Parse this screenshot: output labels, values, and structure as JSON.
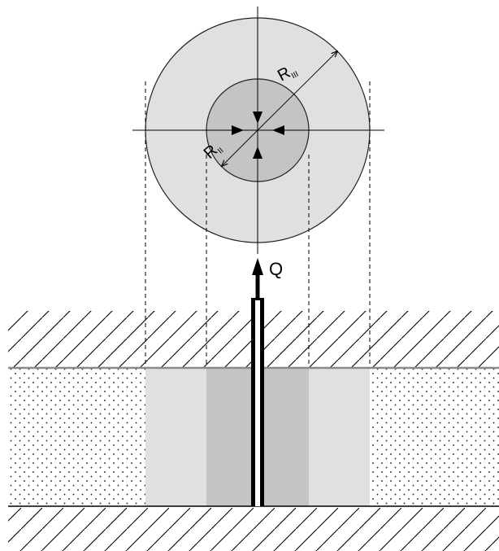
{
  "labels": {
    "flow": "Q",
    "outer_radius": "R",
    "outer_radius_sub": "III",
    "inner_radius": "R",
    "inner_radius_sub": "II"
  },
  "colors": {
    "outer_zone": "#e0e0e0",
    "inner_zone": "#c4c4c4",
    "stroke": "#000000",
    "sand_dot": "#333333",
    "background": "#ffffff"
  }
}
